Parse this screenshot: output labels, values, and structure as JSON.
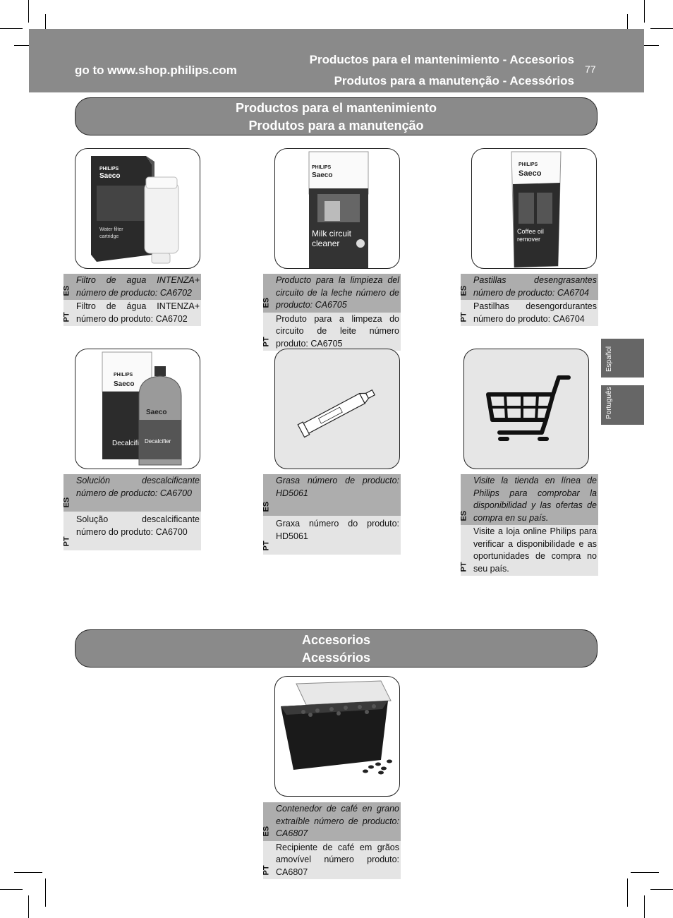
{
  "header": {
    "url": "go to www.shop.philips.com",
    "title_es": "Productos para el mantenimiento - Accesorios",
    "title_pt": "Produtos para a manutenção - Acessórios",
    "page_number": "77"
  },
  "section_maintenance": {
    "line1": "Productos para el mantenimiento",
    "line2": "Produtos para a manutenção"
  },
  "section_accessories": {
    "line1": "Accesorios",
    "line2": "Acessórios"
  },
  "lang_codes": {
    "es": "ES",
    "pt": "PT"
  },
  "side_tabs": {
    "es": "Español",
    "pt": "Português"
  },
  "products": {
    "water_filter": {
      "brand": "PHILIPS",
      "sub": "Saeco",
      "label": "Water filter cartridge",
      "es": "Filtro de agua INTENZA+ número de producto: CA6702",
      "pt": "Filtro de água INTENZA+ número do produto: CA6702"
    },
    "milk_cleaner": {
      "brand": "PHILIPS",
      "sub": "Saeco",
      "label": "Milk circuit cleaner",
      "es": "Producto para la limpieza del circuito de la leche número de producto: CA6705",
      "pt": "Produto para a limpeza do circuito de leite número produto: CA6705"
    },
    "coffee_oil": {
      "brand": "PHILIPS",
      "sub": "Saeco",
      "label": "Coffee oil remover",
      "es": "Pastillas desengrasantes número de producto: CA6704",
      "pt": "Pastilhas desengordurantes número do produto: CA6704"
    },
    "decalcifier": {
      "brand": "PHILIPS",
      "sub": "Saeco",
      "label": "Decalcifier",
      "es": "Solución descalcificante número de producto: CA6700",
      "pt": "Solução descalcificante número do produto: CA6700"
    },
    "grease": {
      "es": "Grasa número de producto: HD5061",
      "pt": "Graxa número do produto: HD5061"
    },
    "shop": {
      "es": "Visite la tienda en línea de Philips para comprobar la disponibilidad y las ofertas de compra en su país.",
      "pt": "Visite a loja online Philips para verificar a disponibilidade e as oportunidades de compra no seu país."
    },
    "bean_container": {
      "es": "Contenedor de café en grano extraíble número de producto: CA6807",
      "pt": "Recipiente de café em grãos amovível número produto: CA6807"
    }
  }
}
